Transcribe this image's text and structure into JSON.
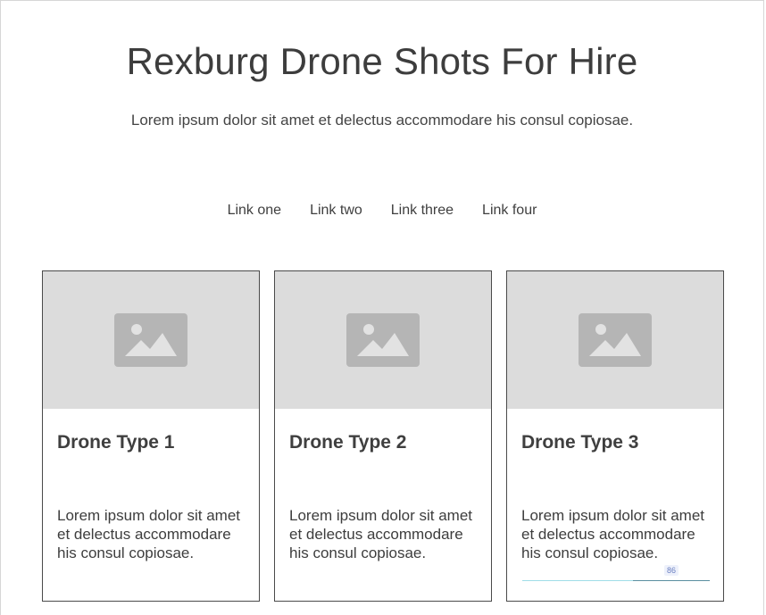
{
  "header": {
    "title": "Rexburg Drone Shots For Hire",
    "subtitle": "Lorem ipsum dolor sit amet et delectus accommodare his consul copiosae."
  },
  "nav": {
    "links": [
      "Link one",
      "Link two",
      "Link three",
      "Link four"
    ]
  },
  "cards": [
    {
      "title": "Drone Type 1",
      "body": "Lorem ipsum dolor sit amet et delectus accommodare his consul copiosae.",
      "image_icon": "image-placeholder-icon"
    },
    {
      "title": "Drone Type 2",
      "body": "Lorem ipsum dolor sit amet et delectus accommodare his consul copiosae.",
      "image_icon": "image-placeholder-icon"
    },
    {
      "title": "Drone Type 3",
      "body": "Lorem ipsum dolor sit amet et delectus accommodare his consul copiosae.",
      "image_icon": "image-placeholder-icon"
    }
  ],
  "text_widget": {
    "char_count": "86"
  },
  "colors": {
    "text": "#3c3c3c",
    "placeholder_bg": "#dcdcdc",
    "placeholder_icon": "#b5b5b5",
    "card_border": "#4a4a4a",
    "focus_underline": "#9fdde8"
  }
}
